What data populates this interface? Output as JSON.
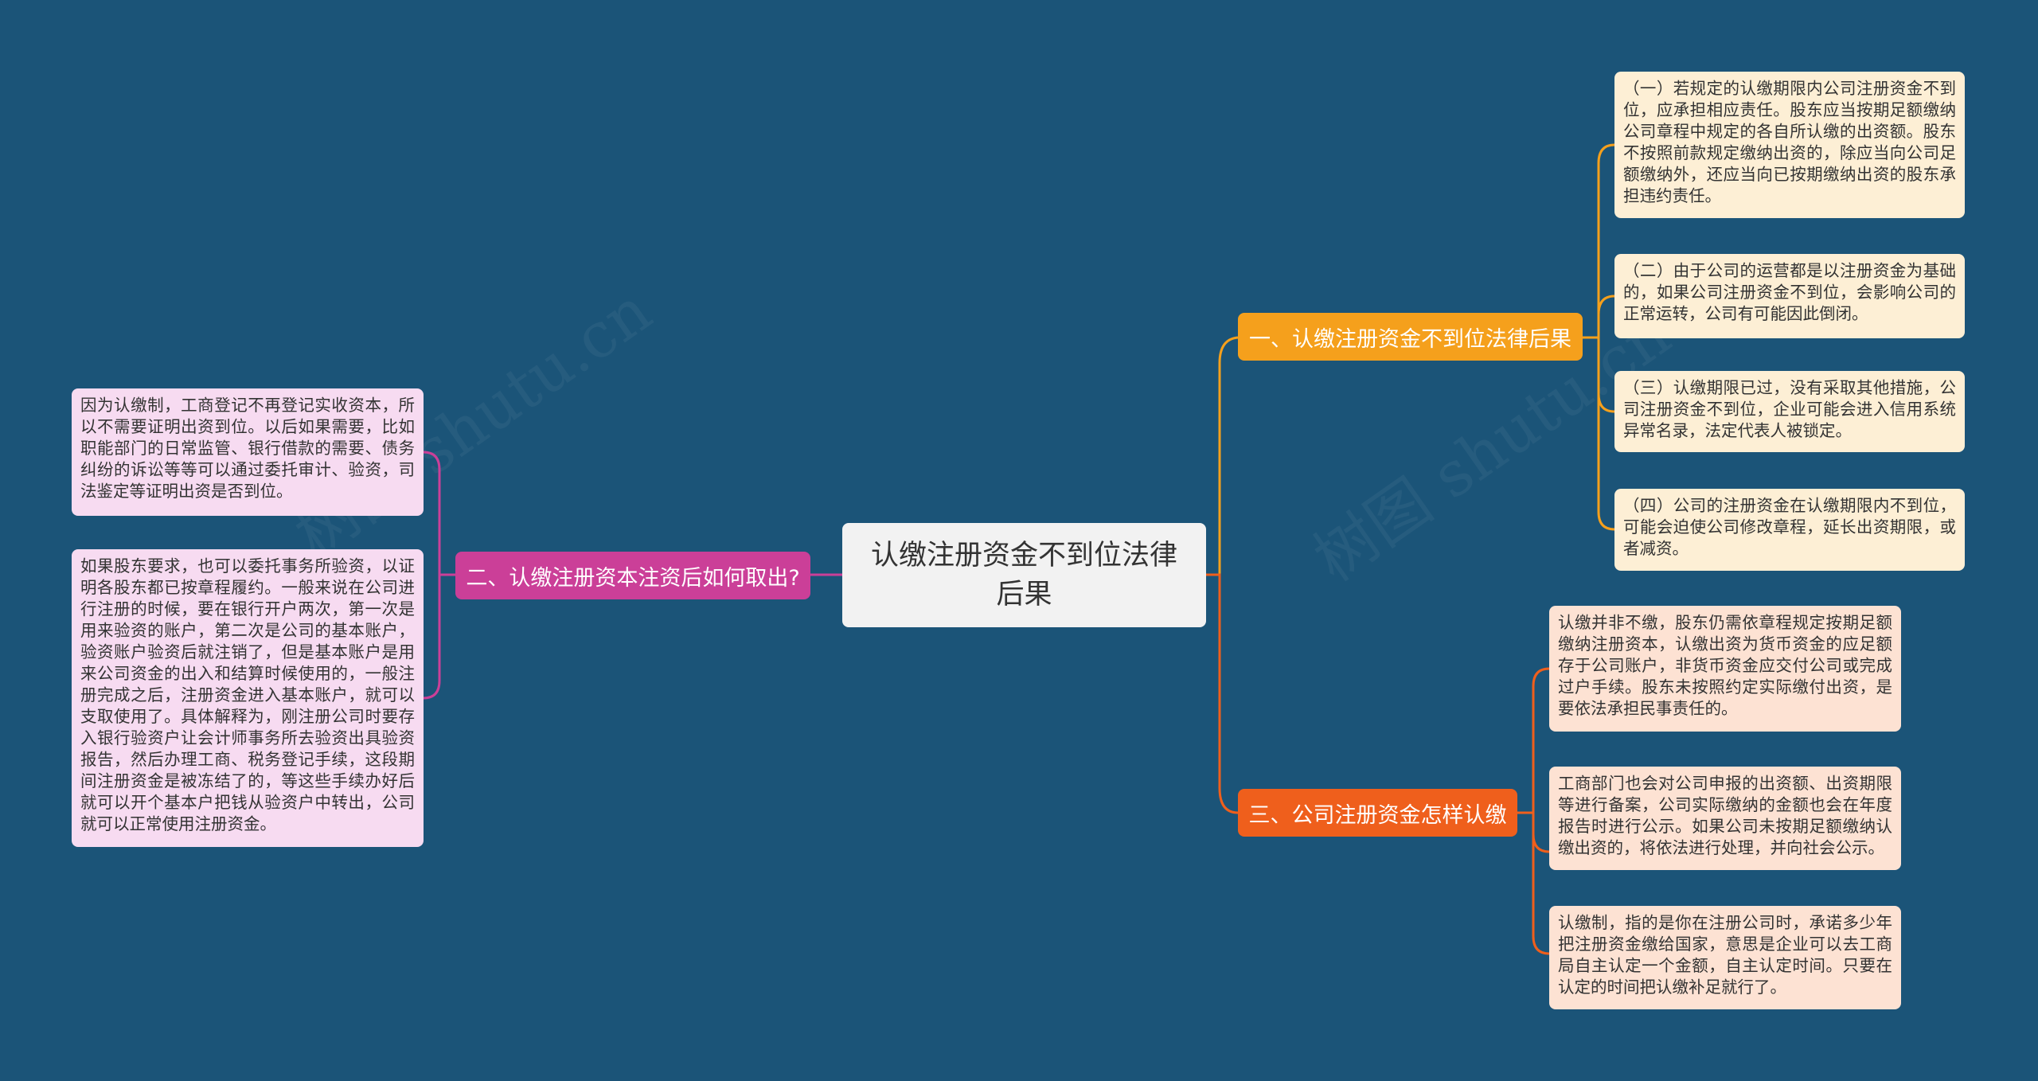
{
  "root": {
    "title": "认缴注册资金不到位法律后果"
  },
  "branches": [
    {
      "label": "一、认缴注册资金不到位法律后果",
      "color": "#f5a01c",
      "leaves": [
        "（一）若规定的认缴期限内公司注册资金不到位，应承担相应责任。股东应当按期足额缴纳公司章程中规定的各自所认缴的出资额。股东不按照前款规定缴纳出资的，除应当向公司足额缴纳外，还应当向已按期缴纳出资的股东承担违约责任。",
        "（二）由于公司的运营都是以注册资金为基础的，如果公司注册资金不到位，会影响公司的正常运转，公司有可能因此倒闭。",
        "（三）认缴期限已过，没有采取其他措施，公司注册资金不到位，企业可能会进入信用系统异常名录，法定代表人被锁定。",
        "（四）公司的注册资金在认缴期限内不到位，可能会迫使公司修改章程，延长出资期限，或者减资。"
      ]
    },
    {
      "label": "二、认缴注册资本注资后如何取出?",
      "color": "#cb3f98",
      "leaves": [
        "因为认缴制，工商登记不再登记实收资本，所以不需要证明出资到位。以后如果需要，比如职能部门的日常监管、银行借款的需要、债务纠纷的诉讼等等可以通过委托审计、验资，司法鉴定等证明出资是否到位。",
        "如果股东要求，也可以委托事务所验资，以证明各股东都已按章程履约。一般来说在公司进行注册的时候，要在银行开户两次，第一次是用来验资的账户，第二次是公司的基本账户，验资账户验资后就注销了，但是基本账户是用来公司资金的出入和结算时候使用的，一般注册完成之后，注册资金进入基本账户，就可以支取使用了。具体解释为，刚注册公司时要存入银行验资户让会计师事务所去验资出具验资报告，然后办理工商、税务登记手续，这段期间注册资金是被冻结了的，等这些手续办好后就可以开个基本户把钱从验资户中转出，公司就可以正常使用注册资金。"
      ]
    },
    {
      "label": "三、公司注册资金怎样认缴",
      "color": "#ef5f1c",
      "leaves": [
        "认缴并非不缴，股东仍需依章程规定按期足额缴纳注册资本，认缴出资为货币资金的应足额存于公司账户，非货币资金应交付公司或完成过户手续。股东未按照约定实际缴付出资，是要依法承担民事责任的。",
        "工商部门也会对公司申报的出资额、出资期限等进行备案，公司实际缴纳的金额也会在年度报告时进行公示。如果公司未按期足额缴纳认缴出资的，将依法进行处理，并向社会公示。",
        "认缴制，指的是你在注册公司时，承诺多少年把注册资金缴给国家，意思是企业可以去工商局自主认定一个金额，自主认定时间。只要在认定的时间把认缴补足就行了。"
      ]
    }
  ]
}
